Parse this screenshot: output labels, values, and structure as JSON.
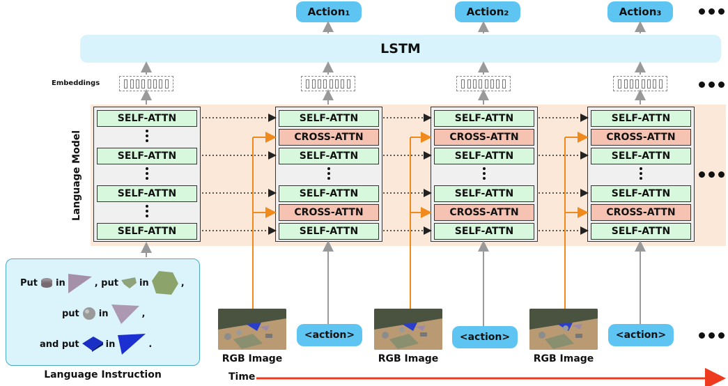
{
  "actions": {
    "a1": {
      "base": "Action",
      "sub": "1"
    },
    "a2": {
      "base": "Action",
      "sub": "2"
    },
    "a3": {
      "base": "Action",
      "sub": "3"
    }
  },
  "lstm_label": "LSTM",
  "embeddings_label": "Embeddings",
  "language_model_label": "Language Model",
  "blocks": {
    "self": "SELF-ATTN",
    "cross": "CROSS-ATTN"
  },
  "instruction": {
    "line1": {
      "a": "Put",
      "b": "in",
      "c": ", put",
      "d": "in",
      "e": ","
    },
    "line2": {
      "a": "put",
      "b": "in",
      "c": ","
    },
    "line3": {
      "a": "and put",
      "b": "in",
      "c": "."
    },
    "caption": "Language Instruction"
  },
  "action_token": "<action>",
  "rgb_caption": "RGB Image",
  "time_label": "Time",
  "colors": {
    "action_pill": "#5ec4f2",
    "lstm_bg": "#d8f3fb",
    "lm_band": "#fbe8d8",
    "self_attn": "#d8f8dd",
    "cross_attn": "#f6c3b3",
    "image_arrow": "#f08a1c",
    "time_arrow": "#ee3b1f",
    "arrow_gray": "#999999"
  }
}
